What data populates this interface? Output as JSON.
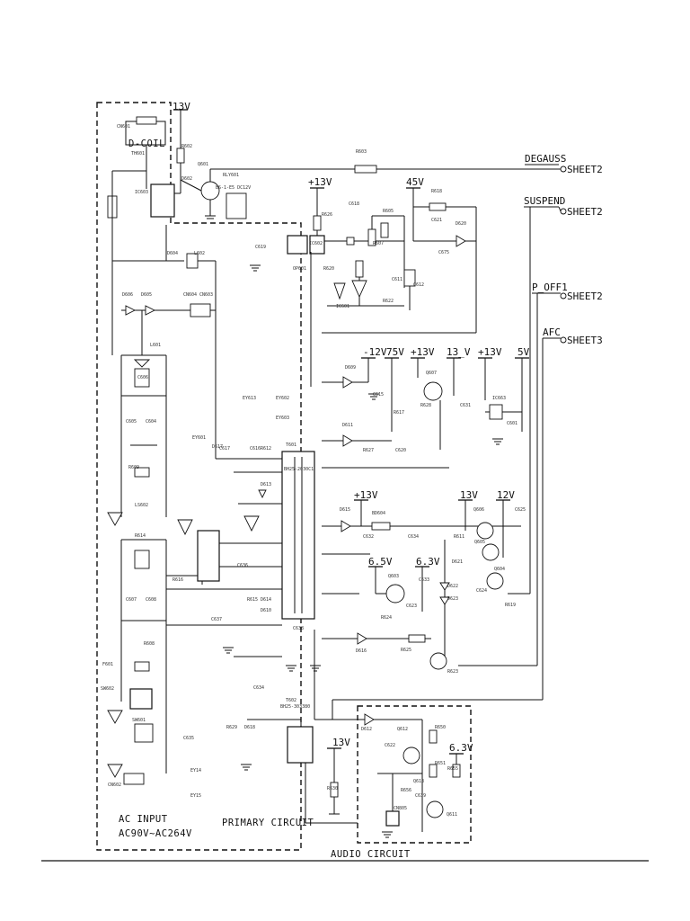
{
  "boxes": {
    "dcoil": "D-COIL",
    "ac_input_1": "AC INPUT",
    "ac_input_2": "AC90V~AC264V",
    "primary": "PRIMARY CIRCUIT",
    "audio": "AUDIO CIRCUIT"
  },
  "rails": {
    "r13v_top": "13V",
    "r13v_opto": "+13V",
    "r45v": "45V",
    "m12v": "-12V",
    "r75v": "75V",
    "r13v_a": "+13V",
    "r13v_b": "13_V",
    "r13v_c": "+13V",
    "r5v": "5V",
    "r13v_d": "+13V",
    "r13v_e": "13V",
    "r12v": "12V",
    "r65v": "6.5V",
    "r63v_a": "6.3V",
    "r13v_audio": "13V",
    "r63v_b": "6.3V"
  },
  "offsheet": [
    {
      "signal": "DEGAUSS",
      "target": "SHEET2"
    },
    {
      "signal": "SUSPEND",
      "target": "SHEET2"
    },
    {
      "signal": "P_OFF1",
      "target": "SHEET2"
    },
    {
      "signal": "AFC",
      "target": "SHEET3"
    }
  ],
  "parts": {
    "cn601": "CN601",
    "r602": "R602",
    "d602": "D602",
    "q601": "Q601",
    "th601": "TH601",
    "ic603": "IC603",
    "rly601": "RLY601",
    "rly601_spec": "BS-1-E5 DC12V",
    "r603": "R603",
    "r626": "R626",
    "c618": "C618",
    "r605": "R605",
    "r618": "R618",
    "c621": "C621",
    "d620": "D620",
    "c619": "C619",
    "op601": "OP601",
    "ic602": "IC602",
    "r620": "R620",
    "r607": "R607",
    "c611": "C611",
    "r622": "R622",
    "ic601": "IC601",
    "c612": "C612",
    "c675": "C675",
    "d604": "D604",
    "l602": "L602",
    "d606": "D606",
    "d605": "D605",
    "cn604": "CN604",
    "cn603": "CN603",
    "l601": "L601",
    "c606": "C606",
    "c605": "C605",
    "c604": "C604",
    "r609": "R609",
    "ls602": "LS602",
    "r614": "R614",
    "c607": "C607",
    "c608": "C608",
    "r608": "R608",
    "sw602": "SW602",
    "sw601": "SW601",
    "ey613": "EY613",
    "ey602": "EY602",
    "ey603": "EY603",
    "ey601": "EY601",
    "d617": "D617",
    "c617": "C617",
    "c616": "C616",
    "r612": "R612",
    "d613": "D613",
    "d614": "D614",
    "t601": "T601",
    "t601_spec": "BH25-2030C1",
    "d609": "D609",
    "c615": "C615",
    "d611": "D611",
    "r617": "R617",
    "r627": "R627",
    "c620": "C620",
    "q607": "Q607",
    "r628": "R628",
    "c631": "C631",
    "ic663": "IC663",
    "c601": "C601",
    "d615": "D615",
    "bd604": "BD604",
    "c632": "C632",
    "c634": "C634",
    "q606": "Q606",
    "q605": "Q605",
    "c625": "C625",
    "r611": "R611",
    "q603": "Q603",
    "d621": "D621",
    "q604": "Q604",
    "d622": "D622",
    "d623": "D623",
    "c624": "C624",
    "r619": "R619",
    "c633": "C633",
    "r624": "R624",
    "c623": "C623",
    "r625": "R625",
    "r623": "R623",
    "d616": "D616",
    "r616": "R616",
    "c637": "C637",
    "r615": "R615",
    "d610": "D610",
    "c636": "C636",
    "c638": "C638",
    "c634b": "C634",
    "t602": "T602",
    "t602_spec": "BH25-303380",
    "r629": "R629",
    "d618": "D618",
    "c635": "C635",
    "r630": "R630",
    "d612": "D612",
    "q612": "Q612",
    "c622": "C622",
    "r650": "R650",
    "r651": "R651",
    "q613": "Q613",
    "c639": "C639",
    "r656": "R656",
    "r655": "R655",
    "q611": "Q611",
    "cn805": "CN805",
    "cn601b": "CN602",
    "ey14": "EY14",
    "ey15": "EY15",
    "f601": "F601"
  }
}
